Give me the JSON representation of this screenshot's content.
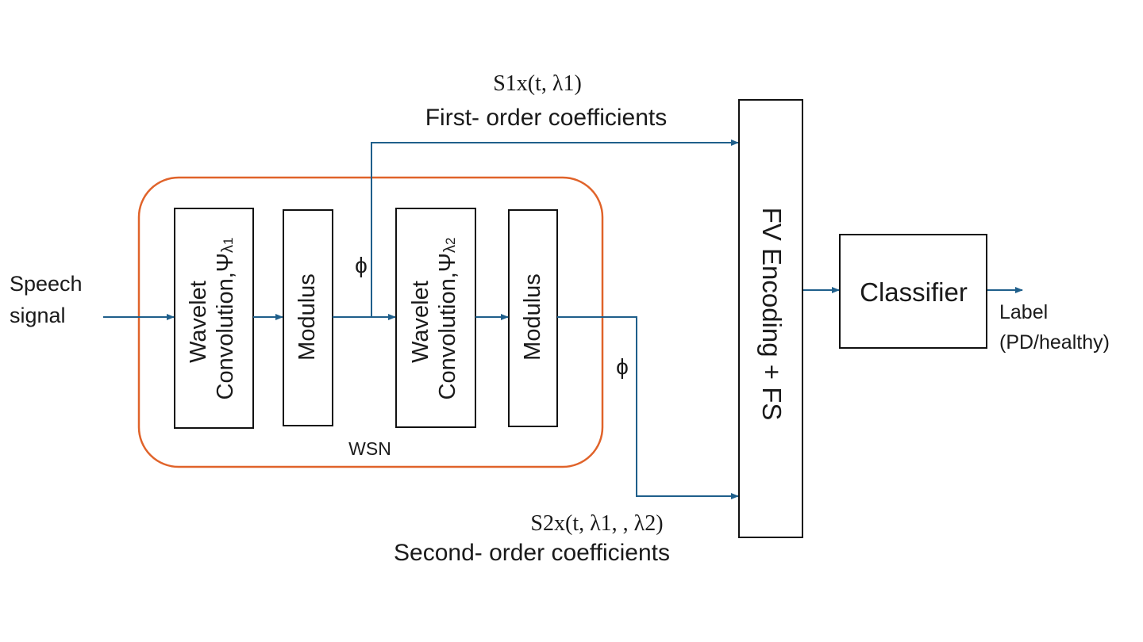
{
  "diagram": {
    "input": {
      "line1": "Speech",
      "line2": "signal"
    },
    "wsn": {
      "label": "WSN",
      "block1": {
        "line1": "Wavelet",
        "line2": "Convolution,",
        "psi": "Ψ",
        "lambda": "λ",
        "sub": "1"
      },
      "modulus1": "Modulus",
      "phi1": "ϕ",
      "block2": {
        "line1": "Wavelet",
        "line2": "Convolution,",
        "psi": "Ψ",
        "lambda": "λ",
        "sub": "2"
      },
      "modulus2": "Modulus",
      "phi2": "ϕ"
    },
    "first_order": {
      "formula": "S1x(t, λ1)",
      "label": "First- order coefficients"
    },
    "second_order": {
      "formula": "S2x(t, λ1, , λ2)",
      "label": "Second- order coefficients"
    },
    "encoding": "FV Encoding + FS",
    "classifier": "Classifier",
    "output": {
      "line1": "Label",
      "line2": "(PD/healthy)"
    },
    "colors": {
      "arrow": "#1f5f8b",
      "wsn_border": "#e0632a",
      "box_border": "#111111",
      "text": "#1a1a1a"
    }
  }
}
